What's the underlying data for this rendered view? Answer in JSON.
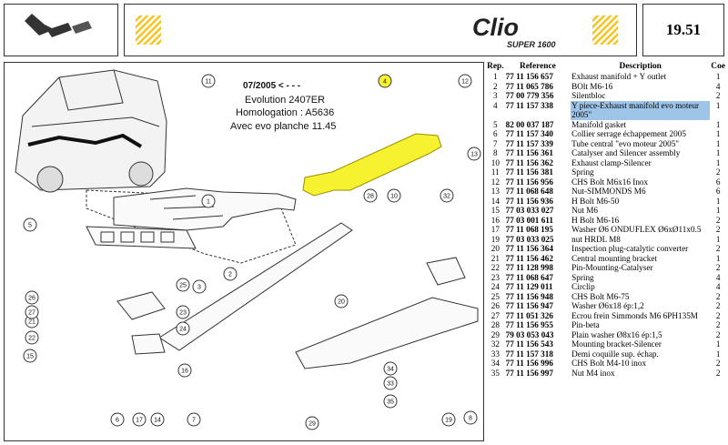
{
  "header": {
    "brand_name": "Clio",
    "brand_sub": "SUPER 1600",
    "page_number": "19.51"
  },
  "annotation": {
    "date_line": "07/2005 < - - -",
    "evo_line": "Evolution 2407ER",
    "homologation": "Homologation : A5636",
    "evo_plate": "Avec evo planche 11.45"
  },
  "colors": {
    "highlight_part": "#f7f230",
    "selected_row": "#9ec4e8",
    "hatch": "#f7c318"
  },
  "columns": {
    "rep": "Rep.",
    "reference": "Reference",
    "description": "Description",
    "qty": "Coe"
  },
  "parts": [
    {
      "rep": "1",
      "ref": "77 11 156 657",
      "desc": "Exhaust manifold + Y outlet",
      "qty": "1"
    },
    {
      "rep": "2",
      "ref": "77 11 065 786",
      "desc": "BOlt M6-16",
      "qty": "4"
    },
    {
      "rep": "3",
      "ref": "77 00 779 356",
      "desc": "Silentbloc",
      "qty": "2"
    },
    {
      "rep": "4",
      "ref": "77 11 157 338",
      "desc": "Y piece-Exhaust manifold evo moteur 2005\"",
      "qty": "1",
      "selected": true
    },
    {
      "rep": "5",
      "ref": "82 00 037 187",
      "desc": "Manifold gasket",
      "qty": "1"
    },
    {
      "rep": "6",
      "ref": "77 11 157 340",
      "desc": "Collier serrage échappement 2005",
      "qty": "1"
    },
    {
      "rep": "7",
      "ref": "77 11 157 339",
      "desc": "Tube central \"evo moteur 2005\"",
      "qty": "1"
    },
    {
      "rep": "8",
      "ref": "77 11 156 361",
      "desc": "Catalyser and Silencer assembly",
      "qty": "1"
    },
    {
      "rep": "10",
      "ref": "77 11 156 362",
      "desc": "Exhaust clamp-Silencer",
      "qty": "1"
    },
    {
      "rep": "11",
      "ref": "77 11 156 381",
      "desc": "Spring",
      "qty": "2"
    },
    {
      "rep": "12",
      "ref": "77 11 156 956",
      "desc": "CHS Bolt M6x16 Inox",
      "qty": "6"
    },
    {
      "rep": "13",
      "ref": "77 11 068 648",
      "desc": "Nut-SIMMONDS M6",
      "qty": "6"
    },
    {
      "rep": "14",
      "ref": "77 11 156 936",
      "desc": "H Bolt M6-50",
      "qty": "1"
    },
    {
      "rep": "15",
      "ref": "77 03 033 027",
      "desc": "Nut M6",
      "qty": "1"
    },
    {
      "rep": "16",
      "ref": "77 03 001 611",
      "desc": "H Bolt M6-16",
      "qty": "2"
    },
    {
      "rep": "17",
      "ref": "77 11 068 195",
      "desc": "Washer Ø6 ONDUFLEX Ø6xØ11x0.5",
      "qty": "2"
    },
    {
      "rep": "19",
      "ref": "77 03 033 025",
      "desc": "nut HRDL M8",
      "qty": "1"
    },
    {
      "rep": "20",
      "ref": "77 11 156 364",
      "desc": "Inspection plug-catalytic converter",
      "qty": "2"
    },
    {
      "rep": "21",
      "ref": "77 11 156 462",
      "desc": "Central mounting bracket",
      "qty": "1"
    },
    {
      "rep": "22",
      "ref": "77 11 128 998",
      "desc": "Pin-Mounting-Catalyser",
      "qty": "2"
    },
    {
      "rep": "23",
      "ref": "77 11 068 647",
      "desc": "Spring",
      "qty": "4"
    },
    {
      "rep": "24",
      "ref": "77 11 129 011",
      "desc": "Circlip",
      "qty": "4"
    },
    {
      "rep": "25",
      "ref": "77 11 156 948",
      "desc": "CHS Bolt M6-75",
      "qty": "2"
    },
    {
      "rep": "26",
      "ref": "77 11 156 947",
      "desc": "Washer Ø6x18 ép:1,2",
      "qty": "2"
    },
    {
      "rep": "27",
      "ref": "77 11 051 326",
      "desc": "Ecrou frein Simmonds M6 6PH135M",
      "qty": "2"
    },
    {
      "rep": "28",
      "ref": "77 11 156 955",
      "desc": "Pin-beta",
      "qty": "2"
    },
    {
      "rep": "29",
      "ref": "79 03 053 043",
      "desc": "Plain washer Ø8x16 ép:1,5",
      "qty": "2"
    },
    {
      "rep": "32",
      "ref": "77 11 156 543",
      "desc": "Mounting bracket-Silencer",
      "qty": "1"
    },
    {
      "rep": "33",
      "ref": "77 11 157 318",
      "desc": "Demi coquille sup. échap.",
      "qty": "1"
    },
    {
      "rep": "34",
      "ref": "77 11 156 996",
      "desc": "CHS Bolt M4-10 inox",
      "qty": "2"
    },
    {
      "rep": "35",
      "ref": "77 11 156 997",
      "desc": "Nut M4 inox",
      "qty": "2"
    }
  ],
  "callouts": [
    "1",
    "2",
    "3",
    "4",
    "5",
    "6",
    "7",
    "8",
    "10",
    "11",
    "12",
    "13",
    "14",
    "15",
    "16",
    "17",
    "19",
    "20",
    "21",
    "22",
    "23",
    "24",
    "25",
    "26",
    "27",
    "28",
    "29",
    "32",
    "33",
    "34",
    "35"
  ]
}
